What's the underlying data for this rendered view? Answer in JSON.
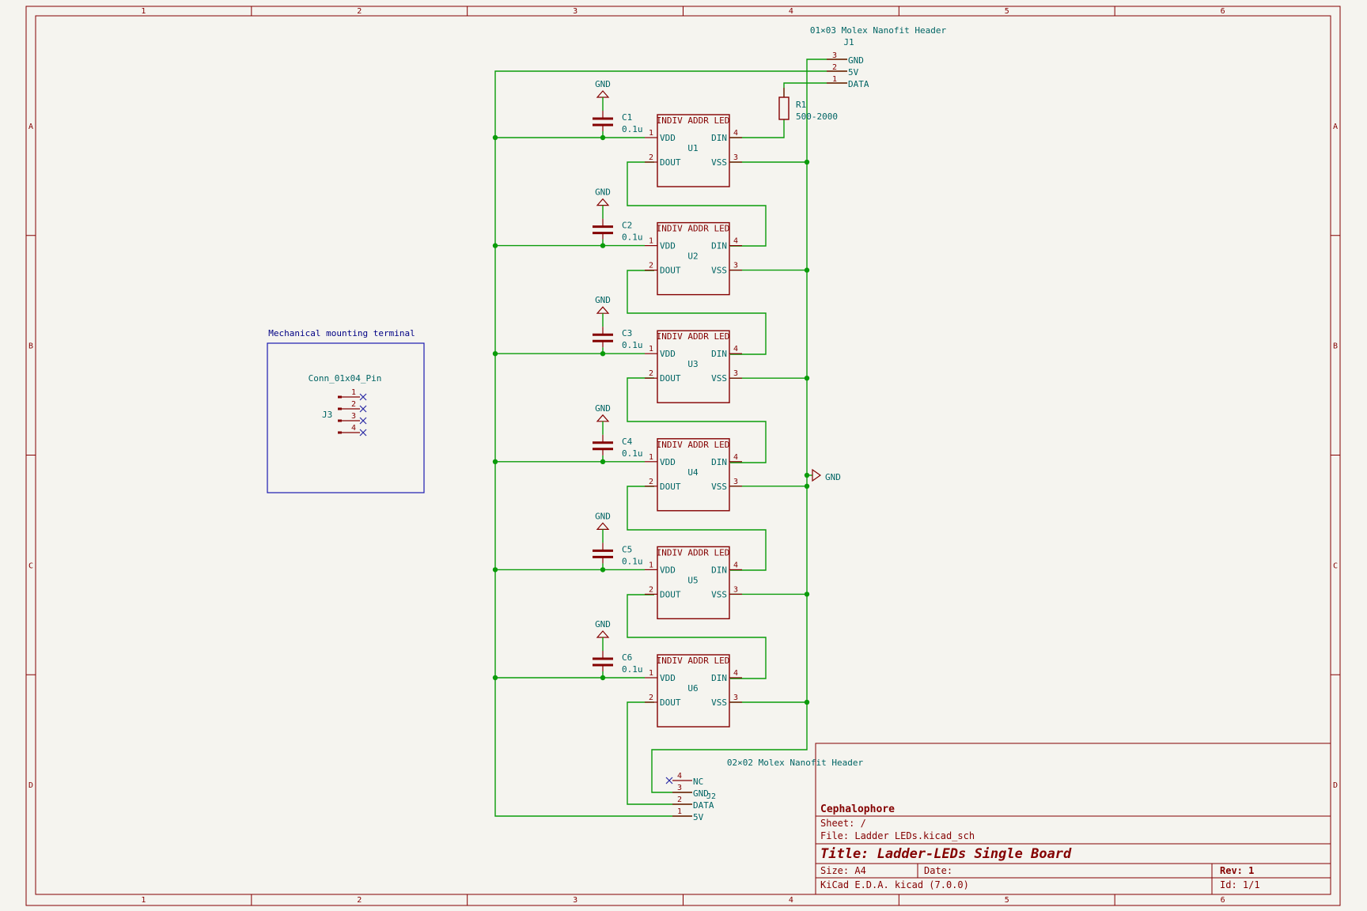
{
  "frame": {
    "columns": [
      "1",
      "2",
      "3",
      "4",
      "5",
      "6"
    ],
    "rows": [
      "A",
      "B",
      "C",
      "D"
    ]
  },
  "j1": {
    "value": "01×03 Molex Nanofit Header",
    "ref": "J1",
    "pins": [
      {
        "num": "3",
        "name": "GND"
      },
      {
        "num": "2",
        "name": "5V"
      },
      {
        "num": "1",
        "name": "DATA"
      }
    ]
  },
  "r1": {
    "ref": "R1",
    "value": "500-2000"
  },
  "power_gnd": "GND",
  "leds": [
    {
      "ref": "U1",
      "cap_ref": "C1",
      "cap_val": "0.1u"
    },
    {
      "ref": "U2",
      "cap_ref": "C2",
      "cap_val": "0.1u"
    },
    {
      "ref": "U3",
      "cap_ref": "C3",
      "cap_val": "0.1u"
    },
    {
      "ref": "U4",
      "cap_ref": "C4",
      "cap_val": "0.1u"
    },
    {
      "ref": "U5",
      "cap_ref": "C5",
      "cap_val": "0.1u"
    },
    {
      "ref": "U6",
      "cap_ref": "C6",
      "cap_val": "0.1u"
    }
  ],
  "led_body": {
    "title": "INDIV ADDR LED",
    "pins": {
      "vdd": {
        "num": "1",
        "name": "VDD"
      },
      "dout": {
        "num": "2",
        "name": "DOUT"
      },
      "vss": {
        "num": "3",
        "name": "VSS"
      },
      "din": {
        "num": "4",
        "name": "DIN"
      }
    }
  },
  "mounting": {
    "title": "Mechanical mounting terminal",
    "value": "Conn_01x04_Pin",
    "ref": "J3",
    "pins": [
      "1",
      "2",
      "3",
      "4"
    ]
  },
  "j2": {
    "value": "02×02 Molex Nanofit Header",
    "ref": "J2",
    "pins": [
      {
        "num": "4",
        "name": "NC"
      },
      {
        "num": "3",
        "name": "GND"
      },
      {
        "num": "2",
        "name": "DATA"
      },
      {
        "num": "1",
        "name": "5V"
      }
    ]
  },
  "title_block": {
    "company": "Cephalophore",
    "sheet": "Sheet: /",
    "file": "File: Ladder LEDs.kicad_sch",
    "title": "Title: Ladder-LEDs Single Board",
    "size": "Size: A4",
    "date": "Date:",
    "rev": "Rev: 1",
    "tool": "KiCad E.D.A.  kicad (7.0.0)",
    "id": "Id: 1/1"
  }
}
